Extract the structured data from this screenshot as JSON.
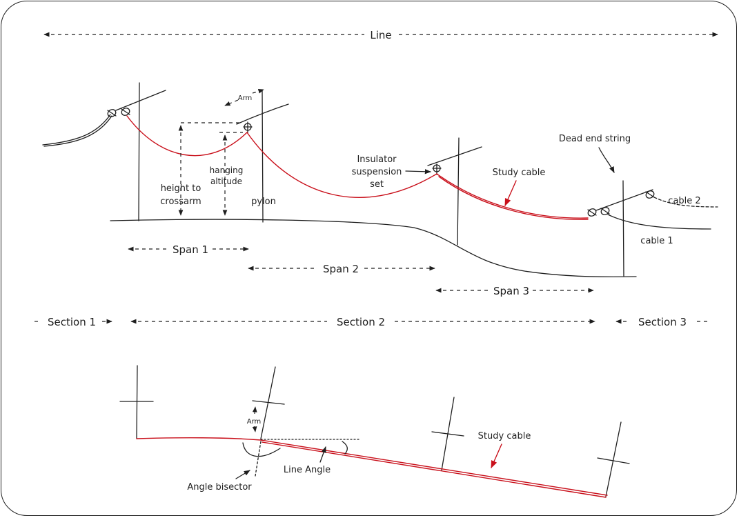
{
  "labels": {
    "line": "Line",
    "arm_top": "Arm",
    "height_to_crossarm_1": "height to",
    "height_to_crossarm_2": "crossarm",
    "hanging_altitude_1": "hanging",
    "hanging_altitude_2": "altitude",
    "pylon": "pylon",
    "insulator_1": "Insulator",
    "insulator_2": "suspension",
    "insulator_3": "set",
    "study_cable_top": "Study cable",
    "dead_end_string": "Dead end string",
    "cable_2": "cable 2",
    "cable_1": "cable 1",
    "span_1": "Span 1",
    "span_2": "Span 2",
    "span_3": "Span 3",
    "section_1": "Section 1",
    "section_2": "Section 2",
    "section_3": "Section 3",
    "arm_bottom": "Arm",
    "study_cable_bottom": "Study cable",
    "line_angle": "Line Angle",
    "angle_bisector": "Angle bisector"
  },
  "colors": {
    "ink": "#1e1e1e",
    "study_cable": "#c9101b"
  }
}
